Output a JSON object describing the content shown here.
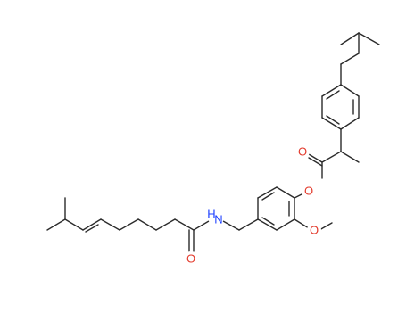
{
  "molecule": {
    "bond_color": "#2b2b2b",
    "atoms": [
      {
        "id": "O_ester",
        "label": "O",
        "color": "#e33a2c"
      },
      {
        "id": "O_carbonyl",
        "label": "O",
        "color": "#e33a2c"
      },
      {
        "id": "O_methoxy",
        "label": "O",
        "color": "#e33a2c"
      },
      {
        "id": "O_amide",
        "label": "O",
        "color": "#e33a2c"
      },
      {
        "id": "N_amide",
        "label": "N",
        "color": "#1e40ff"
      },
      {
        "id": "H_amide",
        "label": "H",
        "color": "#1e40ff"
      }
    ]
  }
}
